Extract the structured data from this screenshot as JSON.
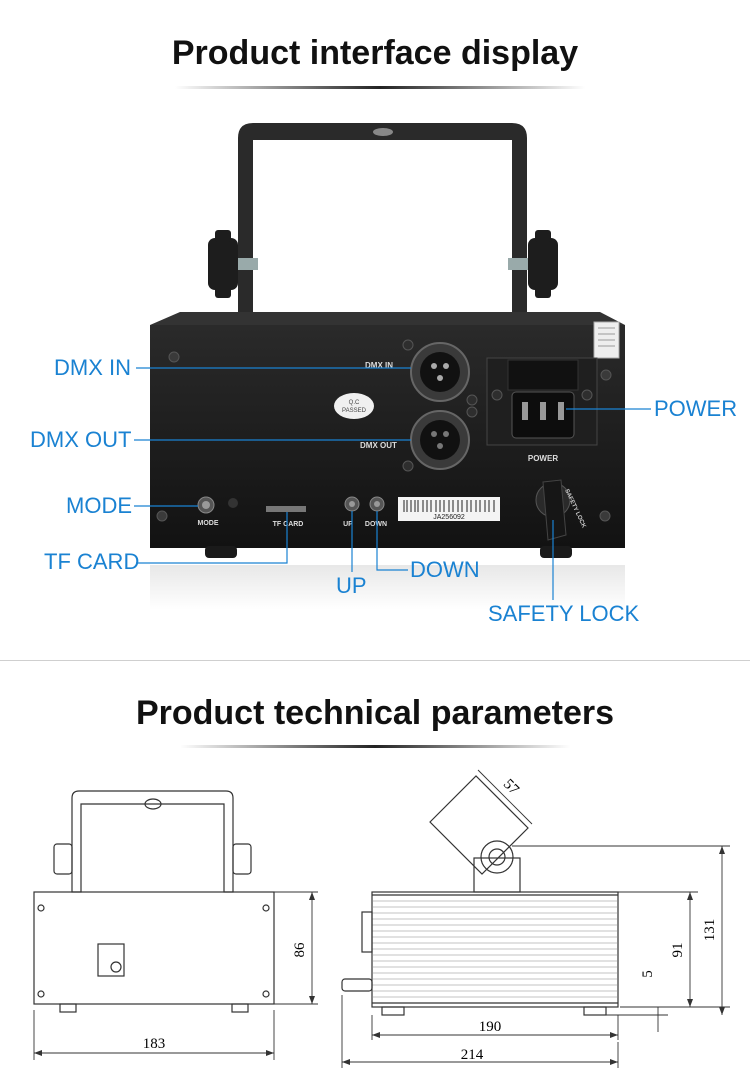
{
  "top": {
    "title": "Product interface display",
    "device_labels": {
      "dmx_in": "DMX IN",
      "dmx_out": "DMX OUT",
      "power": "POWER",
      "mode": "MODE",
      "tf_card": "TF CARD",
      "up": "UP",
      "down": "DOWN",
      "qc": "Q.C",
      "passed": "PASSED",
      "serial": "JA256092",
      "safety_lock": "SAFETY LOCK"
    },
    "callouts": {
      "dmx_in": "DMX IN",
      "dmx_out": "DMX OUT",
      "mode": "MODE",
      "tf_card": "TF CARD",
      "up": "UP",
      "down": "DOWN",
      "power": "POWER",
      "safety_lock": "SAFETY LOCK"
    }
  },
  "bottom": {
    "title": "Product technical parameters",
    "dimensions": {
      "front_height": "86",
      "front_width": "183",
      "bracket_width": "57",
      "side_height_body": "91",
      "side_height_total": "131",
      "foot_height": "5",
      "body_length": "190",
      "total_length": "214"
    }
  },
  "colors": {
    "callout": "#1a82d2",
    "device": "#1c1c1c"
  },
  "icons": {
    "knob": "knob-icon",
    "xlr": "xlr-connector-icon",
    "power_inlet": "power-inlet-icon"
  }
}
